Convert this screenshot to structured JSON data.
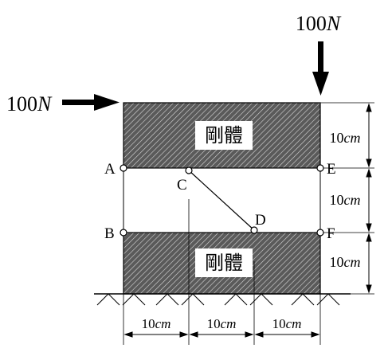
{
  "loads": {
    "top_value": "100",
    "top_unit": "N",
    "left_value": "100",
    "left_unit": "N"
  },
  "blocks": {
    "top_label": "剛體",
    "bottom_label": "剛體"
  },
  "points": {
    "A": "A",
    "B": "B",
    "C": "C",
    "D": "D",
    "E": "E",
    "F": "F"
  },
  "dimensions": {
    "vertical": [
      {
        "value": "10",
        "unit": "cm"
      },
      {
        "value": "10",
        "unit": "cm"
      },
      {
        "value": "10",
        "unit": "cm"
      }
    ],
    "horizontal": [
      {
        "value": "10",
        "unit": "cm"
      },
      {
        "value": "10",
        "unit": "cm"
      },
      {
        "value": "10",
        "unit": "cm"
      }
    ]
  }
}
